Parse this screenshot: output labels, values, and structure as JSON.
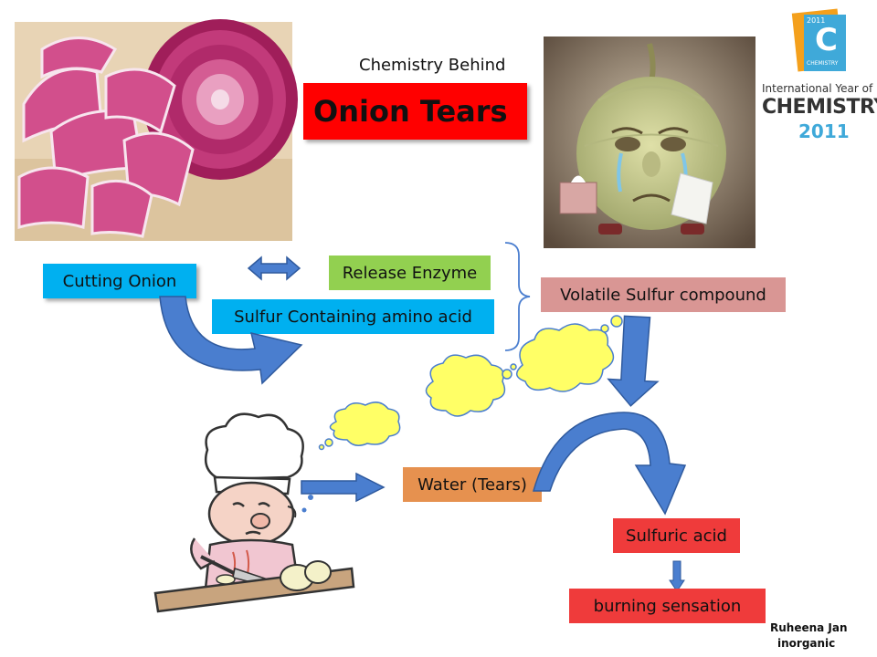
{
  "header": {
    "subtitle": "Chemistry Behind",
    "title": "Onion Tears"
  },
  "logo": {
    "badge_year": "2011",
    "badge_letter": "C",
    "badge_word": "CHEMISTRY",
    "line1": "International Year of",
    "line2": "CHEMISTRY",
    "line3": "2011"
  },
  "boxes": {
    "cutting_onion": "Cutting Onion",
    "release_enzyme": "Release Enzyme",
    "sulfur_amino": "Sulfur Containing amino acid",
    "volatile_sulfur": "Volatile Sulfur compound",
    "water_tears": "Water (Tears)",
    "sulfuric_acid": "Sulfuric acid",
    "burning": "burning sensation"
  },
  "author": {
    "name": "Ruheena Jan",
    "dept": "inorganic"
  },
  "colors": {
    "title_red": "#ff0000",
    "cyan": "#00b0f0",
    "green": "#92d050",
    "pink": "#d99694",
    "orange": "#e6914f",
    "red_box": "#ef3b3b",
    "arrow_blue": "#4a7ecf",
    "cloud_yellow": "#ffff66"
  }
}
